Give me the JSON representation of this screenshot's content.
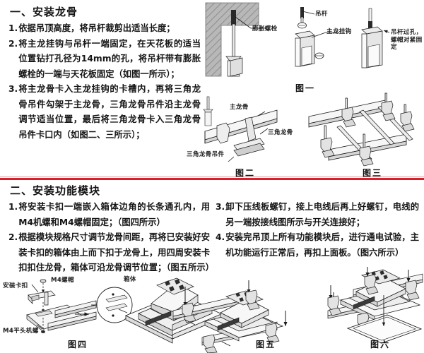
{
  "sections": [
    {
      "title": "一、安装龙骨",
      "steps": [
        {
          "num": "1.",
          "text": "依据吊顶高度，将吊杆裁剪出适当长度；"
        },
        {
          "num": "2.",
          "text": "将主龙挂钩与吊杆一端固定，在天花板的适当位置钻打孔径为14mm的孔，将吊杆带有膨胀螺栓的一端与天花板固定（如图一所示）；"
        },
        {
          "num": "3.",
          "text": "将主龙骨卡入主龙挂钩的卡槽内，再将三角龙骨吊件勾架于主龙骨，三角龙骨吊件沿主龙骨调节适当位置，最后将三角龙骨卡入三角龙骨吊件卡口内（如图二、三所示）；"
        }
      ]
    },
    {
      "title": "二、安装功能模块",
      "steps_left": [
        {
          "num": "1.",
          "text": "将安装卡扣一端嵌入箱体边角的长条通孔内，用M4机螺和M4螺帽固定；（图四所示）"
        },
        {
          "num": "2.",
          "text": "根据模块规格尺寸调节龙骨间距，再将已安装好安装卡扣的箱体由上而下扣于龙骨上，用四周安装卡扣扣住龙骨，箱体可沿龙骨调节位置；（图五所示）"
        }
      ],
      "steps_right": [
        {
          "num": "3.",
          "text": "卸下压线板螺钉，接上电线后再上好螺钉，电线的另一端按接线图所示与开关连接好；"
        },
        {
          "num": "4.",
          "text": "安装完吊顶上所有功能模块后，进行通电试验，主机功能运行正常后，再扣上面板。（图六所示）"
        }
      ]
    }
  ],
  "figures": {
    "fig1": "图一",
    "fig2": "图二",
    "fig3": "图三",
    "fig4": "图四",
    "fig5": "图五",
    "fig6": "图六"
  },
  "labels": {
    "expansion_bolt": "膨胀螺栓",
    "hanger_rod": "吊杆",
    "main_keel_hook": "主龙挂钩",
    "rod_through_hole": "吊杆过孔，螺帽对紧固定",
    "main_keel": "主龙骨",
    "triangle_keel": "三角龙骨",
    "triangle_keel_hanger": "三角龙骨吊件",
    "mounting_buckle": "安装卡扣",
    "m4_nut": "M4螺帽",
    "m4_flat_screw": "M4平头机螺",
    "box_body": "箱体"
  },
  "colors": {
    "divider_red": "#d8202a",
    "hatch_gray": "#9a9a9a",
    "line_ink": "#1b1b1b",
    "fill_light": "#f2f2f2",
    "fill_mid": "#d9d9d9",
    "background": "#ffffff"
  }
}
